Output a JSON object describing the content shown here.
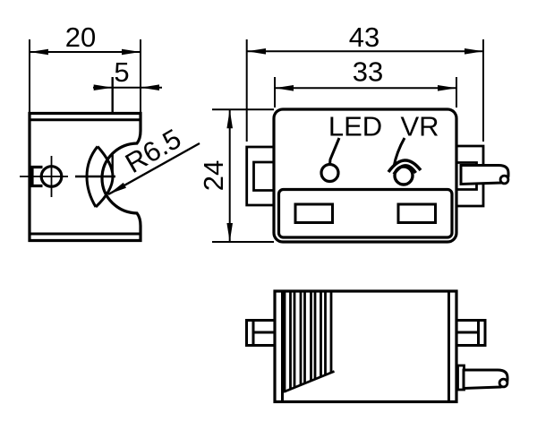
{
  "drawing": {
    "background_color": "#ffffff",
    "stroke_color": "#000000",
    "side_view": {
      "width_dim": "20",
      "offset_dim": "5",
      "radius_dim": "R6.5"
    },
    "front_view": {
      "overall_width_dim": "43",
      "inner_width_dim": "33",
      "height_dim": "24",
      "led_label": "LED",
      "vr_label": "VR"
    }
  }
}
